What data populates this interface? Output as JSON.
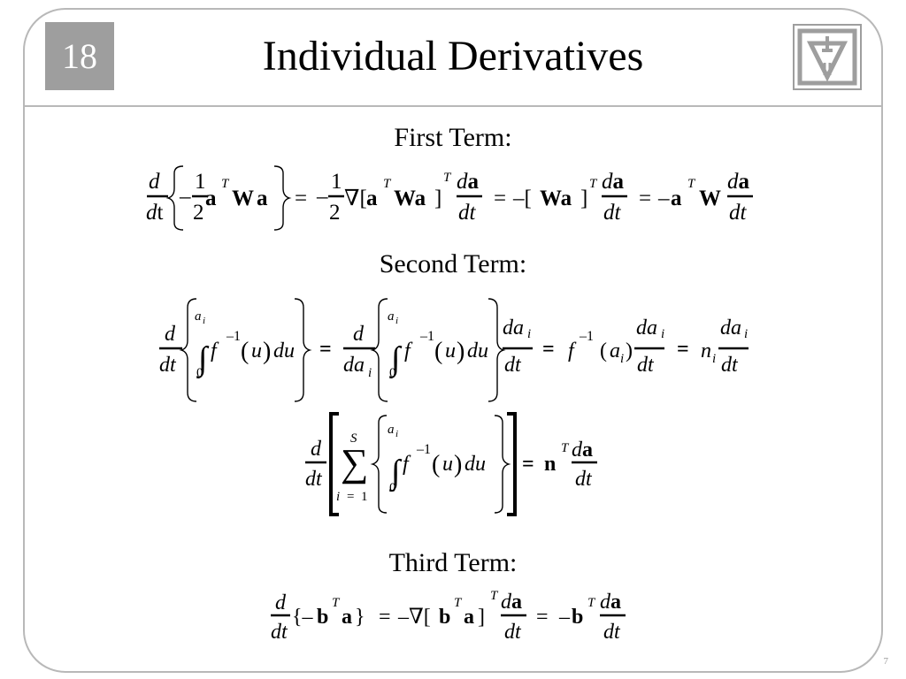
{
  "slide": {
    "chapter": "18",
    "title": "Individual Derivatives",
    "page_number": "7"
  },
  "sections": [
    {
      "heading": "First Term:"
    },
    {
      "heading": "Second Term:"
    },
    {
      "heading": "Third Term:"
    }
  ]
}
